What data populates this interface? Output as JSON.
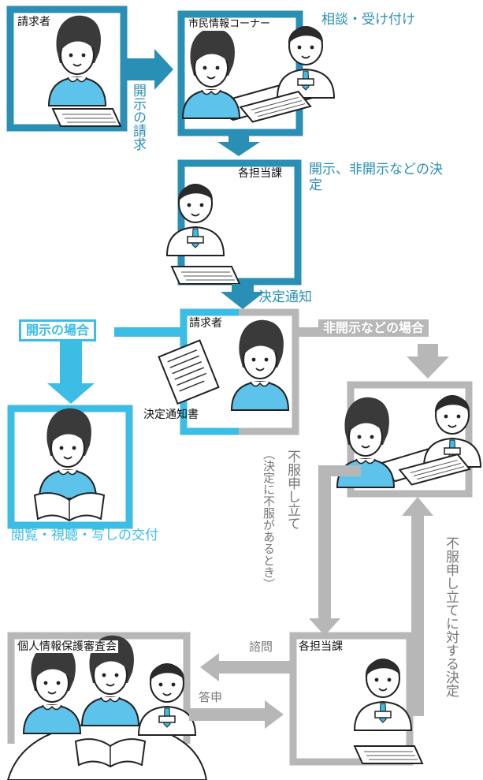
{
  "colors": {
    "teal": "#2a8fb4",
    "light_blue": "#3bbde6",
    "gray": "#b7b7b7",
    "dark_gray_text": "#777777",
    "skin": "#ffffff",
    "shirt": "#5ec3ea"
  },
  "steps": {
    "requester_top": "請求者",
    "citizen_info_corner": "市民情報コーナー",
    "consultation": "相談・受け付け",
    "disclosure_request": "開示の請求",
    "dept_top": "各担当課",
    "decision": "開示、非開示などの決定",
    "decision_notice": "決定通知",
    "requester_mid": "請求者",
    "notice_document": "決定通知書",
    "disclosed_case": "開示の場合",
    "non_disclosed_case": "非開示などの場合",
    "viewing": "閲覧・視聴・写しの交付",
    "appeal": "不服申し立て",
    "appeal_note": "（決定に不服があるとき）",
    "committee": "個人情報保護審査会",
    "dept_bottom": "各担当課",
    "inquiry": "諮問",
    "report": "答申",
    "appeal_decision": "不服申し立てに対する決定"
  }
}
